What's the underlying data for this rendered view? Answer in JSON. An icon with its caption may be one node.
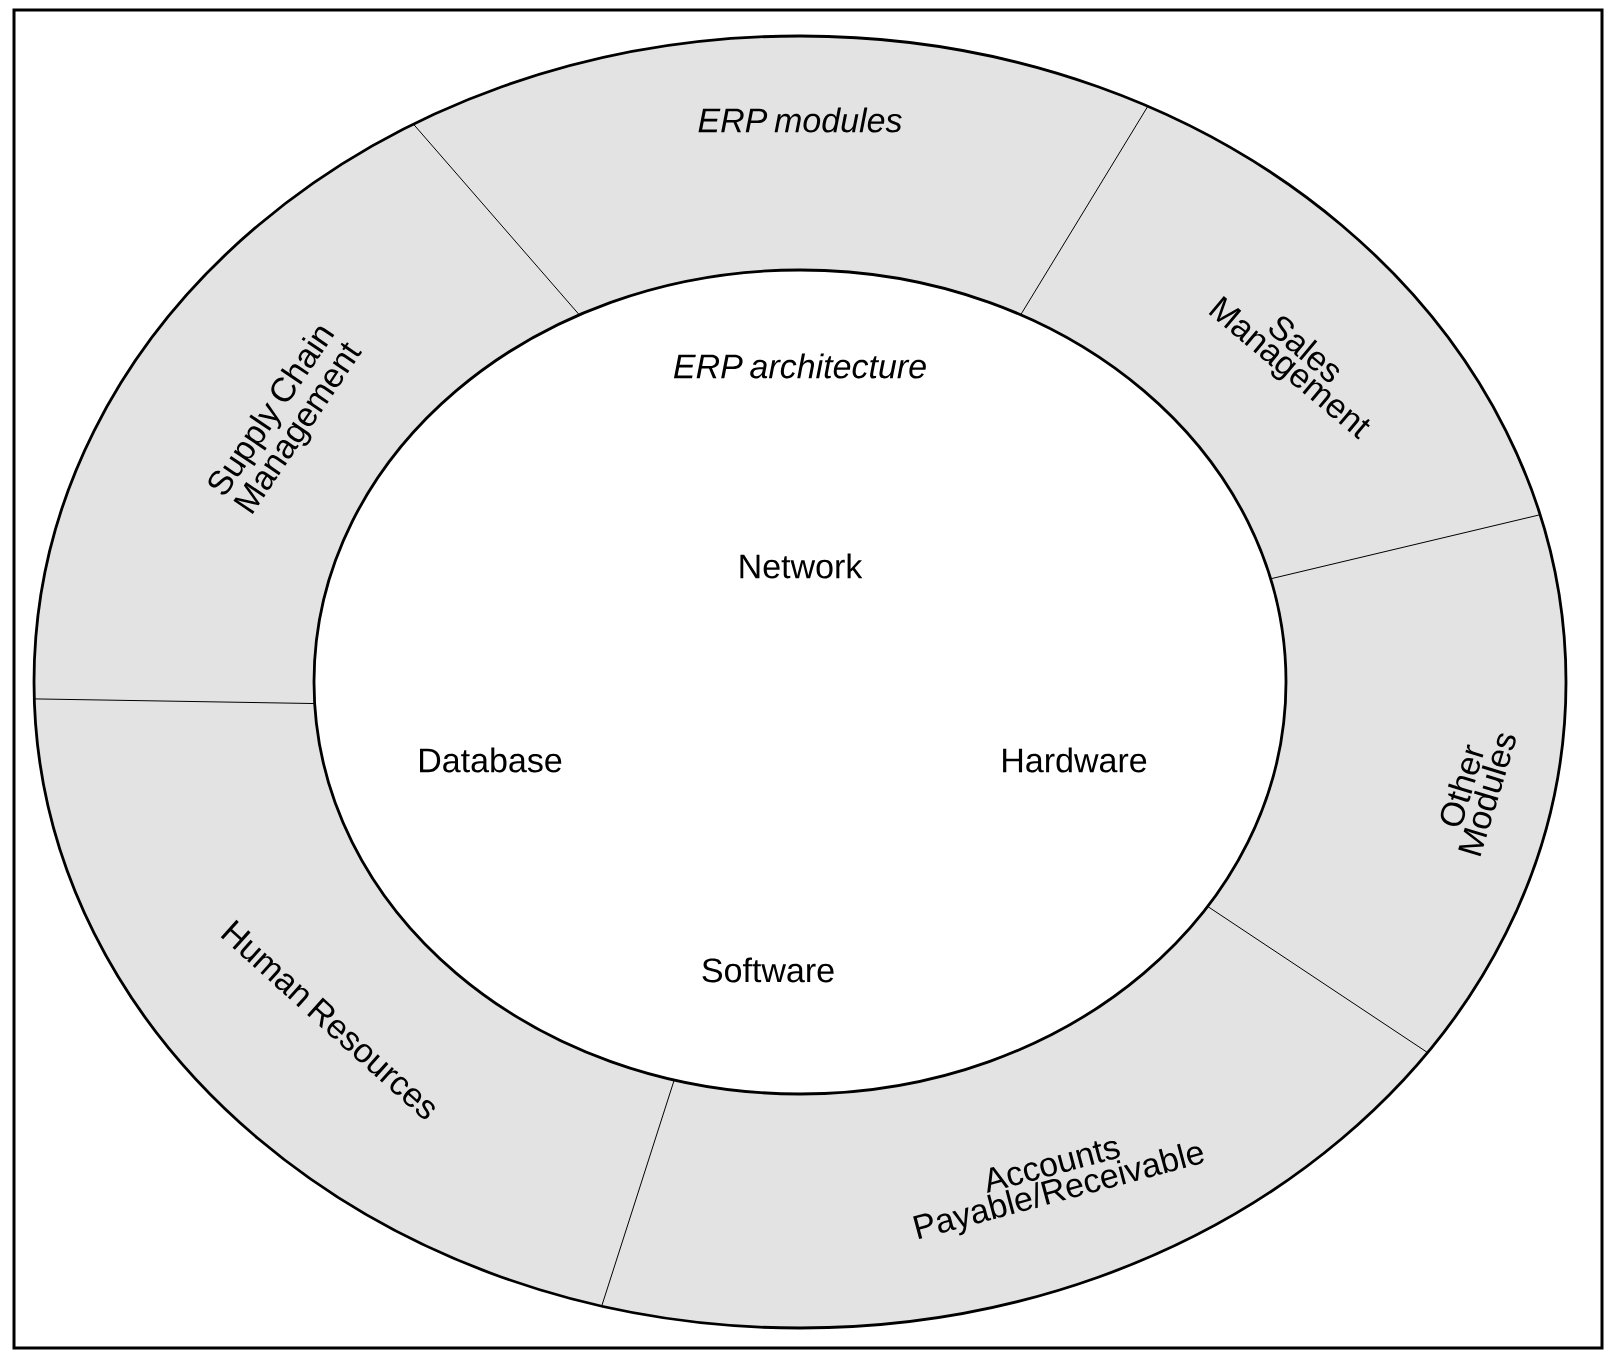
{
  "diagram": {
    "nodes": [
      {
        "text": [
          "ERP modules",
          "Sales Management",
          "Other Modules",
          "Accounts Payable/Receivable",
          "Human Resources",
          "Supply Chain Management"
        ]
      },
      {
        "text": [
          "ERP architecture",
          "Network",
          "Database",
          "Hardware",
          "Software"
        ],
        "in": 0
      }
    ]
  }
}
